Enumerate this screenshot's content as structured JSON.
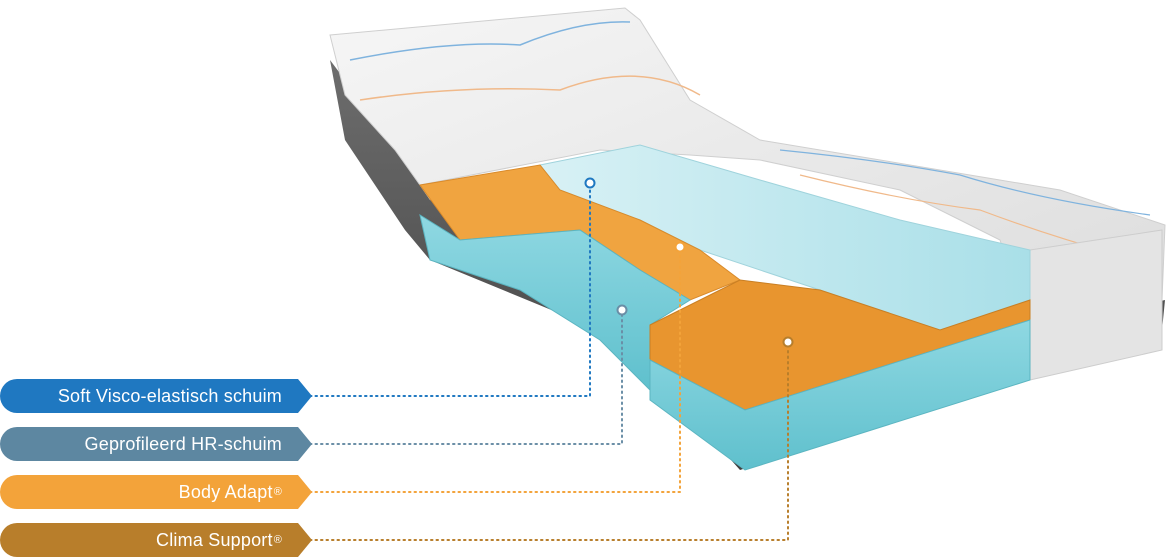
{
  "layers": [
    {
      "label": "Soft Visco-elastisch schuim",
      "registered": false,
      "color": "#1f78c1"
    },
    {
      "label": "Geprofileerd HR-schuim",
      "registered": false,
      "color": "#5d87a1"
    },
    {
      "label": "Body Adapt",
      "registered": true,
      "color": "#f3a33a"
    },
    {
      "label": "Clima Support",
      "registered": true,
      "color": "#b87e2b"
    }
  ],
  "registered_mark": "®",
  "colors": {
    "cover": "#ececec",
    "visco_foam": "#bfe7ee",
    "hr_foam": "#7fd0da",
    "body_adapt": "#f0a440",
    "clima_support": "#e8952f",
    "base": "#5a5a5a"
  }
}
